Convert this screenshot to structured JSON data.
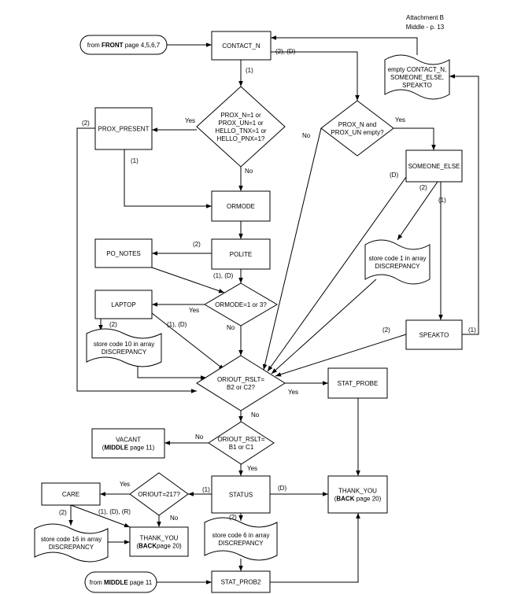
{
  "header": {
    "line1": "Attachment B",
    "line2": "Middle - p. 13"
  },
  "nodes": {
    "from_front": [
      [
        {
          "t": "from "
        },
        {
          "t": "FRONT",
          "b": true
        },
        {
          "t": " page 4,5,6,7"
        }
      ]
    ],
    "contact_n": [
      [
        {
          "t": "CONTACT_N"
        }
      ]
    ],
    "empty_doc": [
      [
        {
          "t": "empty CONTACT_N,"
        }
      ],
      [
        {
          "t": "SOMEONE_ELSE,"
        }
      ],
      [
        {
          "t": "SPEAKTO"
        }
      ]
    ],
    "prox_decision": [
      [
        {
          "t": "PROX_N=1 or"
        }
      ],
      [
        {
          "t": "PROX_UN=1 or"
        }
      ],
      [
        {
          "t": "HELLO_TNX=1 or"
        }
      ],
      [
        {
          "t": "HELLO_PNX=1?"
        }
      ]
    ],
    "prox_present": [
      [
        {
          "t": "PROX_PRESENT"
        }
      ]
    ],
    "prox_empty_decision": [
      [
        {
          "t": "PROX_N and"
        }
      ],
      [
        {
          "t": "PROX_UN empty?"
        }
      ]
    ],
    "someone_else": [
      [
        {
          "t": "SOMEONE_ELSE"
        }
      ]
    ],
    "ormode": [
      [
        {
          "t": "ORMODE"
        }
      ]
    ],
    "po_notes": [
      [
        {
          "t": "PO_NOTES"
        }
      ]
    ],
    "polite": [
      [
        {
          "t": "POLITE"
        }
      ]
    ],
    "store1_doc": [
      [
        {
          "t": "store code 1 in array"
        }
      ],
      [
        {
          "t": "DISCREPANCY"
        }
      ]
    ],
    "ormode_decision": [
      [
        {
          "t": "ORMODE=1 or 3?"
        }
      ]
    ],
    "laptop": [
      [
        {
          "t": "LAPTOP"
        }
      ]
    ],
    "store10_doc": [
      [
        {
          "t": "store code 10 in array"
        }
      ],
      [
        {
          "t": "DISCREPANCY"
        }
      ]
    ],
    "speakto": [
      [
        {
          "t": "SPEAKTO"
        }
      ]
    ],
    "oriout_b2_decision": [
      [
        {
          "t": "ORIOUT_RSLT="
        }
      ],
      [
        {
          "t": "B2 or C2?"
        }
      ]
    ],
    "stat_probe": [
      [
        {
          "t": "STAT_PROBE"
        }
      ]
    ],
    "vacant": [
      [
        {
          "t": "VACANT"
        }
      ],
      [
        {
          "t": "("
        },
        {
          "t": "MIDDLE",
          "b": true
        },
        {
          "t": " page 11)"
        }
      ]
    ],
    "oriout_b1_decision": [
      [
        {
          "t": "ORIOUT_RSLT="
        }
      ],
      [
        {
          "t": "B1 or C1"
        }
      ]
    ],
    "care": [
      [
        {
          "t": "CARE"
        }
      ]
    ],
    "oriout217_decision": [
      [
        {
          "t": "ORIOUT=217?"
        }
      ]
    ],
    "status": [
      [
        {
          "t": "STATUS"
        }
      ]
    ],
    "thank_you_right": [
      [
        {
          "t": "THANK_YOU"
        }
      ],
      [
        {
          "t": "("
        },
        {
          "t": "BACK",
          "b": true
        },
        {
          "t": " page 20)"
        }
      ]
    ],
    "store16_doc": [
      [
        {
          "t": "store code 16 in array"
        }
      ],
      [
        {
          "t": "DISCREPANCY"
        }
      ]
    ],
    "thank_you_left": [
      [
        {
          "t": "THANK_YOU"
        }
      ],
      [
        {
          "t": "("
        },
        {
          "t": "BACK",
          "b": true
        },
        {
          "t": "page 20)"
        }
      ]
    ],
    "store6_doc": [
      [
        {
          "t": "store code 6 in array"
        }
      ],
      [
        {
          "t": "DISCREPANCY"
        }
      ]
    ],
    "from_middle": [
      [
        {
          "t": "from "
        },
        {
          "t": "MIDDLE",
          "b": true
        },
        {
          "t": " page 11"
        }
      ]
    ],
    "stat_prob2": [
      [
        {
          "t": "STAT_PROB2"
        }
      ]
    ]
  },
  "edge_labels": {
    "contact_2d": "(2), (D)",
    "contact_1": "(1)",
    "prox_yes": "Yes",
    "prox_no": "No",
    "prox_present_2": "(2)",
    "prox_present_1": "(1)",
    "empty_yes": "Yes",
    "empty_no": "No",
    "someone_d": "(D)",
    "someone_2": "(2)",
    "someone_1": "(1)",
    "polite_2": "(2)",
    "polite_1d": "(1), (D)",
    "ormode_yes": "Yes",
    "ormode_no": "No",
    "laptop_2": "(2)",
    "laptop_1d": "(1), (D)",
    "speakto_2": "(2)",
    "speakto_1": "(1)",
    "b2_yes": "Yes",
    "b2_no": "No",
    "b1_no": "No",
    "b1_yes": "Yes",
    "o217_yes": "Yes",
    "status_1": "(1)",
    "status_d": "(D)",
    "o217_no": "No",
    "care_2": "(2)",
    "care_1dr": "(1), (D), (R)",
    "status_2": "(2)"
  }
}
